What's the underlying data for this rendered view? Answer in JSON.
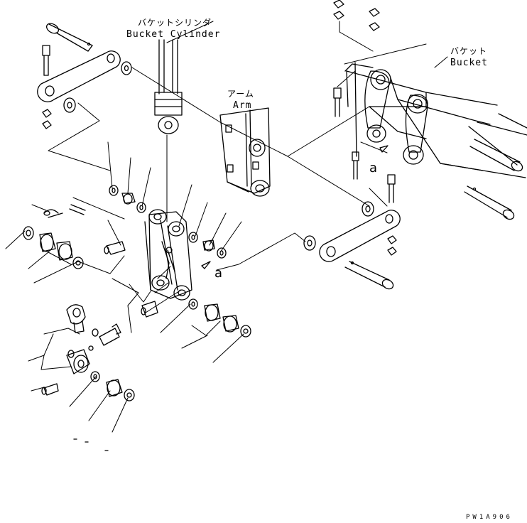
{
  "labels": {
    "bucket_cylinder_jp": "バケットシリンダ",
    "bucket_cylinder_en": "Bucket Cylinder",
    "arm_jp": "アーム",
    "arm_en": "Arm",
    "bucket_jp": "バケット",
    "bucket_en": "Bucket",
    "ref_a_left": "a",
    "ref_a_right": "a",
    "drawing_code": "PW1A906"
  }
}
